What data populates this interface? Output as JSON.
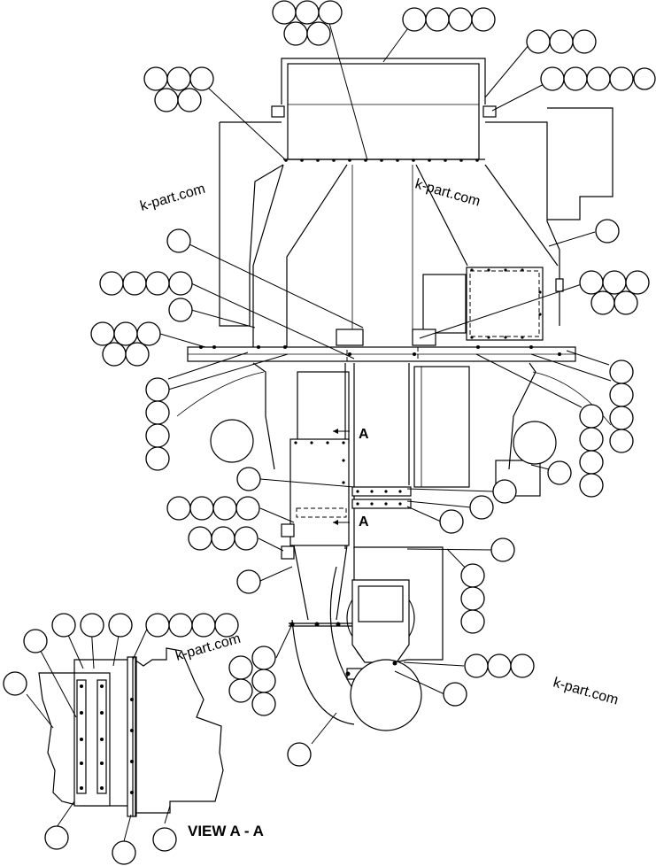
{
  "diagram": {
    "watermarks": [
      "k-part.com",
      "k-part.com",
      "k-part.com",
      "k-part.com"
    ],
    "section_marker_upper": "A",
    "section_marker_lower": "A",
    "view_title": "VIEW A - A"
  }
}
